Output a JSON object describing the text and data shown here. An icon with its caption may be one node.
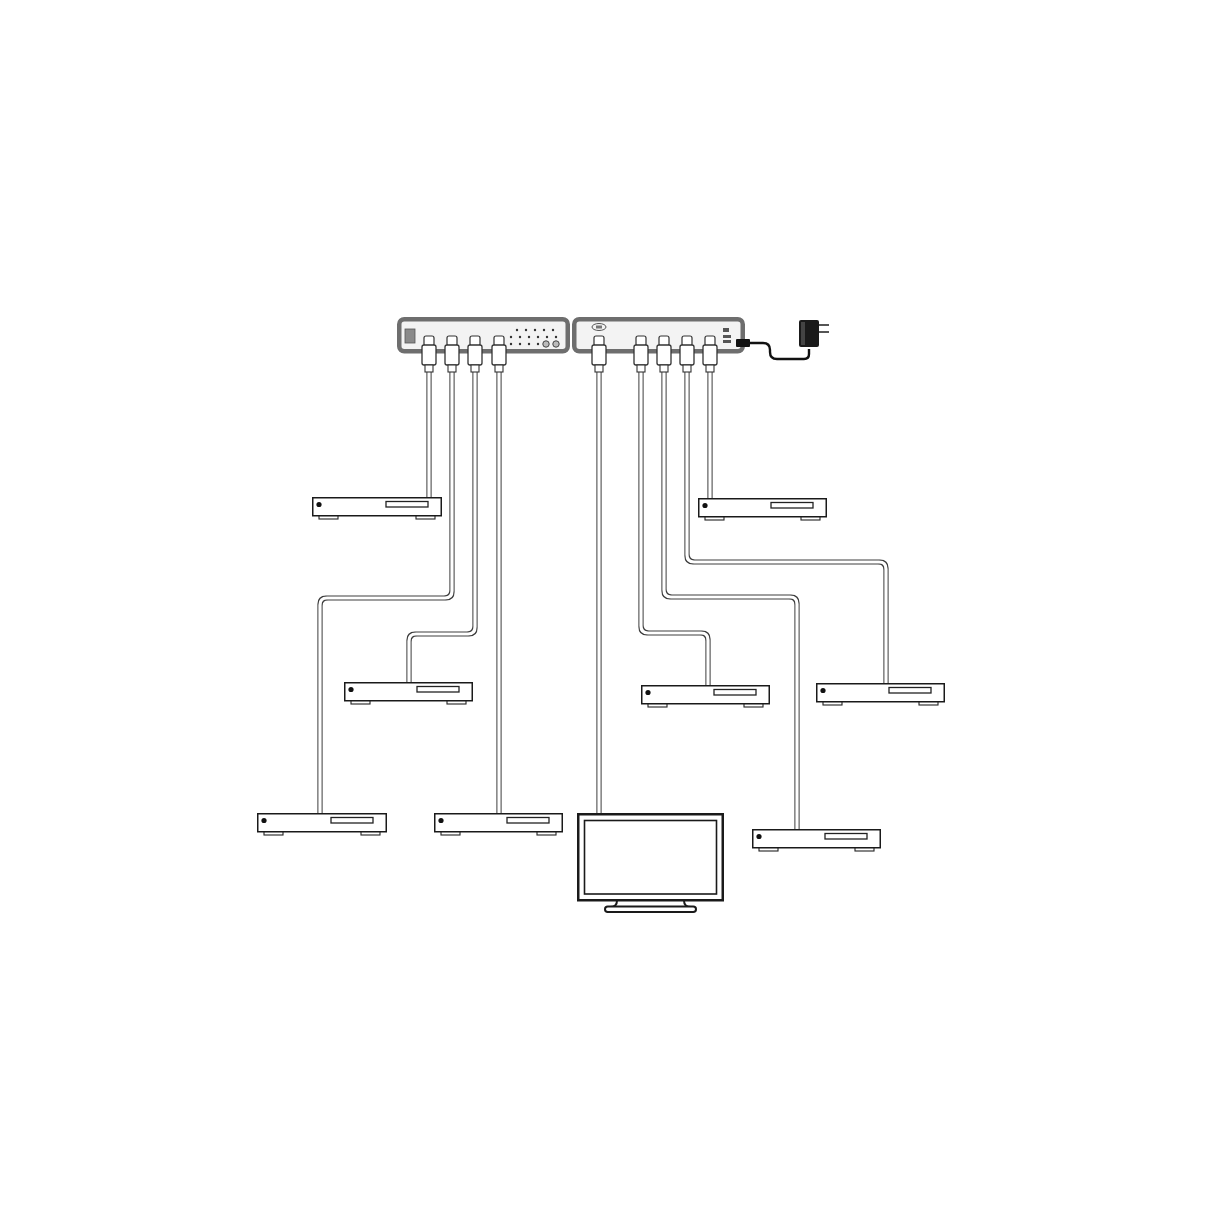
{
  "diagram": {
    "nodes": [
      {
        "text": [],
        "shape": "picture"
      },
      {
        "text": [],
        "shape": "picture"
      },
      {
        "text": [],
        "shape": "picture"
      },
      {
        "text": [],
        "shape": "picture"
      },
      {
        "text": [],
        "shape": "picture"
      },
      {
        "text": [],
        "shape": "picture"
      },
      {
        "text": [],
        "shape": "picture"
      },
      {
        "text": [],
        "shape": "picture"
      },
      {
        "text": [],
        "shape": "picture"
      },
      {
        "text": [],
        "shape": "picture"
      },
      {
        "text": [],
        "shape": "picture"
      },
      {
        "text": [],
        "shape": "picture"
      }
    ],
    "edges": [
      {
        "from": 0,
        "to": 3,
        "arrow": "none"
      },
      {
        "from": 0,
        "to": 8,
        "arrow": "none"
      },
      {
        "from": 0,
        "to": 5,
        "arrow": "none"
      },
      {
        "from": 0,
        "to": 9,
        "arrow": "none"
      },
      {
        "from": 1,
        "to": 10,
        "arrow": "none"
      },
      {
        "from": 1,
        "to": 6,
        "arrow": "none"
      },
      {
        "from": 1,
        "to": 11,
        "arrow": "none"
      },
      {
        "from": 1,
        "to": 7,
        "arrow": "none"
      },
      {
        "from": 1,
        "to": 4,
        "arrow": "none"
      },
      {
        "from": 1,
        "to": 2,
        "arrow": "none",
        "color": "#111111"
      }
    ]
  }
}
